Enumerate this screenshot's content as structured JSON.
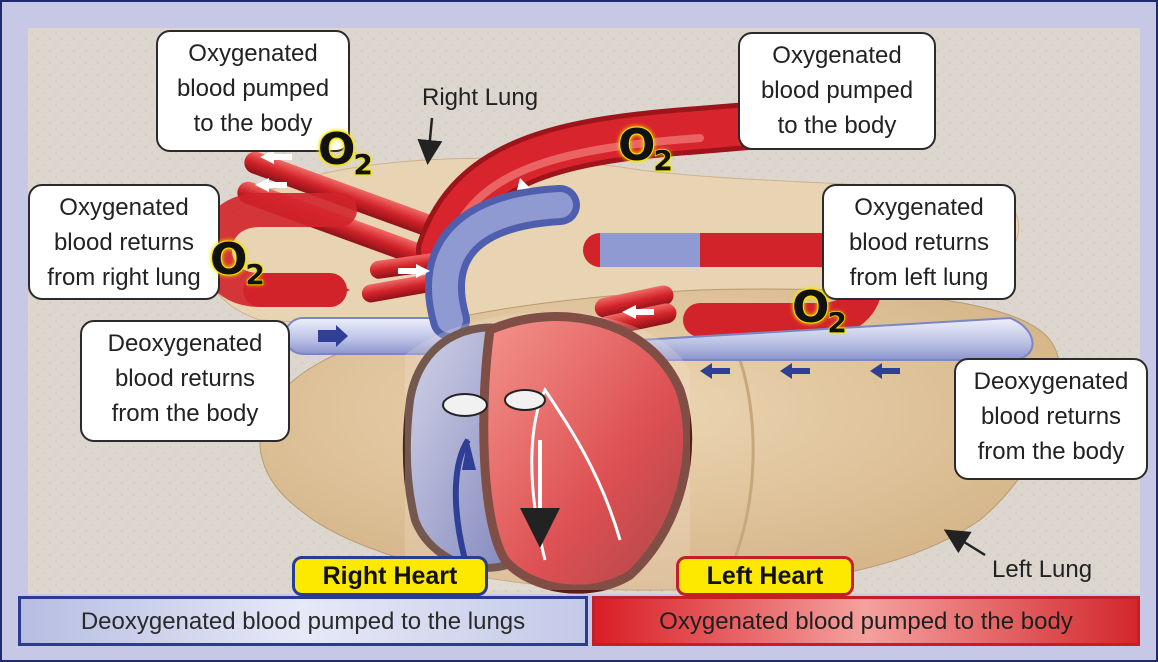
{
  "labels": {
    "right_lung": "Right Lung",
    "left_lung": "Left Lung",
    "o2_symbol": "O",
    "o2_subscript": "2"
  },
  "callouts": {
    "top_left": "Oxygenated\nblood pumped\nto the body",
    "top_right": "Oxygenated\nblood pumped\nto the body",
    "mid_left": "Oxygenated\nblood returns\nfrom right lung",
    "mid_right": "Oxygenated\nblood returns\nfrom left lung",
    "low_left": "Deoxygenated\nblood returns\nfrom the body",
    "low_right": "Deoxygenated\nblood returns\nfrom the body"
  },
  "legend": {
    "right_heart_tag": "Right Heart",
    "left_heart_tag": "Left Heart",
    "right_band": "Deoxygenated blood pumped to the lungs",
    "left_band": "Oxygenated blood pumped to the body"
  },
  "colors": {
    "oxygenated": "#d0202a",
    "deoxygenated": "#3d4fa3",
    "o2_highlight": "#f4e300",
    "lung": "#e2c9a2",
    "background": "#ddd8d2",
    "frame": "#1f2a6e"
  }
}
